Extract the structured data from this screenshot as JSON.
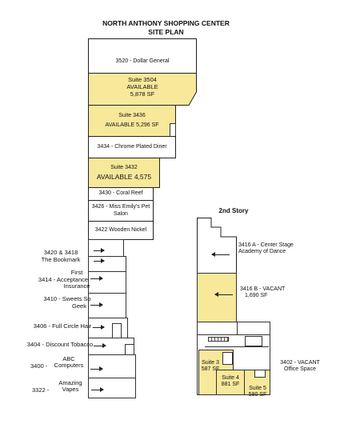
{
  "title": {
    "line1": "NORTH ANTHONY SHOPPING CENTER",
    "line2": "SITE PLAN"
  },
  "units": {
    "u3520": "3520 - Dollar General",
    "u3504_name": "Suite 3504",
    "u3504_status": "AVAILABLE",
    "u3504_sf": "5,878 SF",
    "u3436_name": "Suite 3436",
    "u3436_status": "AVAILABLE  5,296 SF",
    "u3434": "3434 - Chrome Plated Diner",
    "u3432_name": "Suite 3432",
    "u3432_status": "AVAILABLE 4,575",
    "u3430": "3430 - Coral Reef",
    "u3426_l1": "3426 - Miss Emily's Pet",
    "u3426_l2": "Salon",
    "u3422": "3422 Wooden Nickel"
  },
  "left_labels": {
    "l3420_a": "3420 & 3418",
    "l3420_b": "The Bookmark",
    "l3414_a": "First",
    "l3414_b": "3414 - Acceptance",
    "l3414_c": "Insurance",
    "l3410_a": "3410 -  Sweets So",
    "l3410_b": "Geek",
    "l3406": "3406 - Full Circle Hair",
    "l3404": "3404 - Discount Tobacco",
    "l3400_a": "ABC",
    "l3400_b": "3400 -",
    "l3400_c": "Computers",
    "l3322_a": "Amazing",
    "l3322_b": "3322 -",
    "l3322_c": "Vapes"
  },
  "second_story": {
    "heading": "2nd Story",
    "u3416a_l1": "3416 A - Center Stage",
    "u3416a_l2": "Academy of Dance",
    "u3416b_l1": "3416 B - VACANT",
    "u3416b_l2": "1,690 SF",
    "u3402_l1": "3402 - VACANT",
    "u3402_l2": "Office Space",
    "suite3_name": "Suite 3",
    "suite3_sf": "587 SF",
    "suite4_name": "Suite 4",
    "suite4_sf": "881 SF",
    "suite5_name": "Suite 5",
    "suite5_sf": "580 SF"
  },
  "colors": {
    "available": "#f8e89a",
    "outline": "#222222"
  }
}
